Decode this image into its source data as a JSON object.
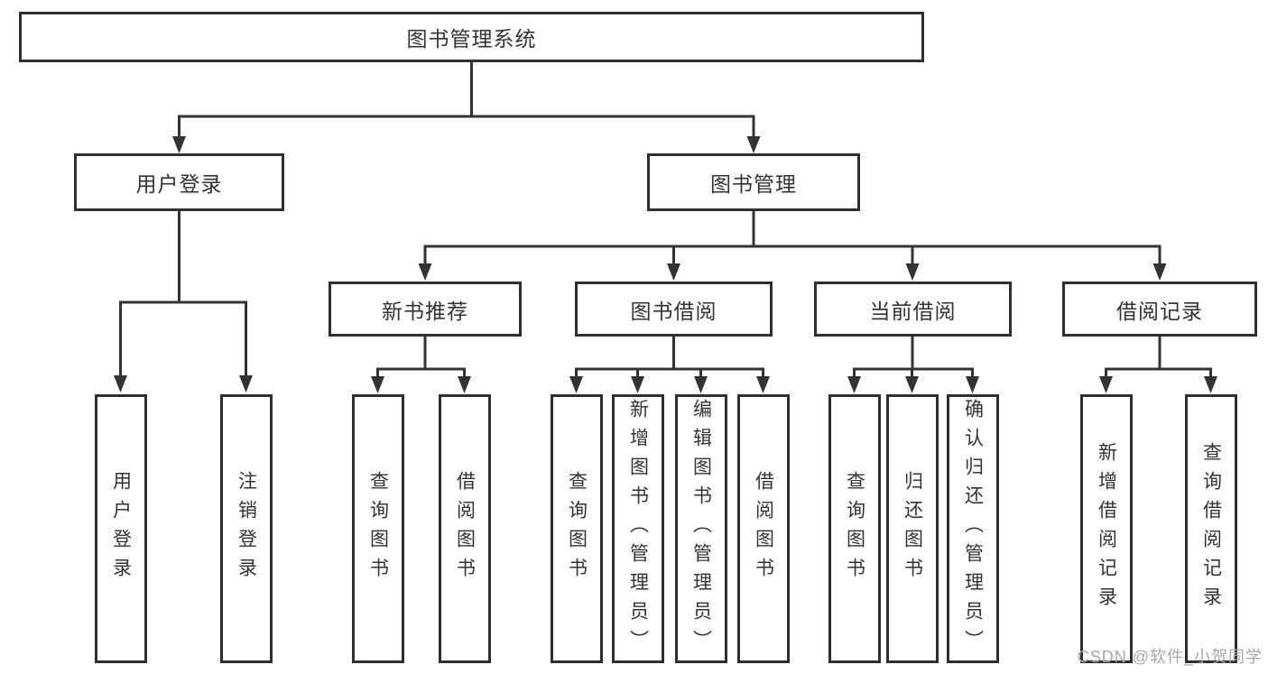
{
  "diagram": {
    "root": {
      "label": "图书管理系统"
    },
    "level1": [
      {
        "label": "用户登录"
      },
      {
        "label": "图书管理"
      }
    ],
    "level2": [
      {
        "label": "新书推荐"
      },
      {
        "label": "图书借阅"
      },
      {
        "label": "当前借阅"
      },
      {
        "label": "借阅记录"
      }
    ],
    "leaves": {
      "user_login": [
        {
          "label": "用户登录"
        },
        {
          "label": "注销登录"
        }
      ],
      "new_books": [
        {
          "label": "查询图书"
        },
        {
          "label": "借阅图书"
        }
      ],
      "book_borrow": [
        {
          "label": "查询图书"
        },
        {
          "label": "新增图书（管理员）"
        },
        {
          "label": "编辑图书（管理员）"
        },
        {
          "label": "借阅图书"
        }
      ],
      "current_borrow": [
        {
          "label": "查询图书"
        },
        {
          "label": "归还图书"
        },
        {
          "label": "确认归还（管理员）"
        }
      ],
      "borrow_records": [
        {
          "label": "新增借阅记录"
        },
        {
          "label": "查询借阅记录"
        }
      ]
    }
  },
  "watermark": {
    "text": "CSDN @软件_小贺同学"
  },
  "colors": {
    "line": "#333333",
    "box_border": "#2f2f2f",
    "text": "#333333",
    "watermark": "#a8a8a8",
    "background": "#ffffff"
  }
}
